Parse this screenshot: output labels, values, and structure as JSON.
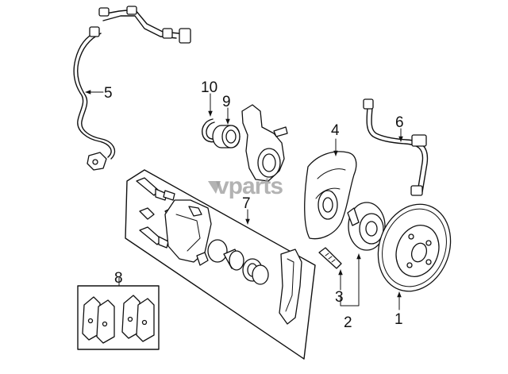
{
  "watermark": "vparts",
  "callouts": [
    {
      "id": "1",
      "text": "1"
    },
    {
      "id": "2",
      "text": "2"
    },
    {
      "id": "3",
      "text": "3"
    },
    {
      "id": "4",
      "text": "4"
    },
    {
      "id": "5",
      "text": "5"
    },
    {
      "id": "6",
      "text": "6"
    },
    {
      "id": "7",
      "text": "7"
    },
    {
      "id": "8",
      "text": "8"
    },
    {
      "id": "9",
      "text": "9"
    },
    {
      "id": "10",
      "text": "10"
    }
  ]
}
